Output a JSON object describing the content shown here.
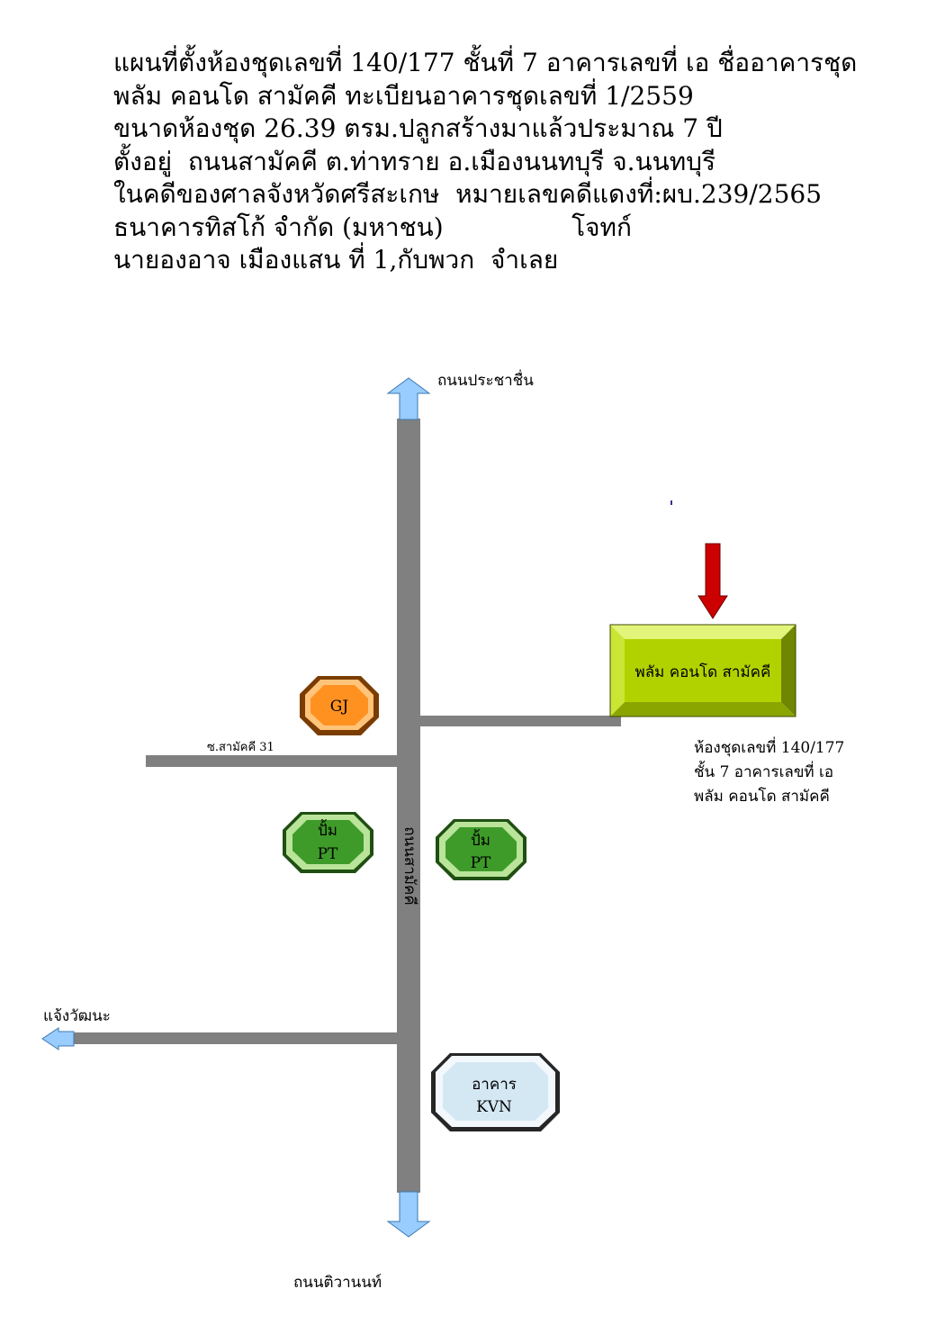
{
  "header": {
    "lines": [
      "แผนที่ตั้งห้องชุดเลขที่ 140/177 ชั้นที่ 7 อาคารเลขที่ เอ ชื่ออาคารชุด",
      "พลัม คอนโด สามัคคี ทะเบียนอาคารชุดเลขที่ 1/2559",
      "ขนาดห้องชุด 26.39 ตรม.ปลูกสร้างมาแล้วประมาณ 7 ปี",
      "ตั้งอยู่  ถนนสามัคคี ต.ท่าทราย อ.เมืองนนทบุรี จ.นนทบุรี",
      "ในคดีของศาลจังหวัดศรีสะเกษ  หมายเลขคดีแดงที่:ผบ.239/2565",
      "ธนาคารทิสโก้ จำกัด (มหาชน)                โจทก์",
      "นายองอาจ เมืองแสน ที่ 1,กับพวก  จำเลย"
    ]
  },
  "map": {
    "road_north_label": "ถนนประชาชื่น",
    "road_south_label": "ถนนติวานนท์",
    "main_road_label": "ถนนสามัคคี",
    "soi_label": "ซ.สามัคคี 31",
    "west_road_label": "แจ้งวัฒนะ",
    "condo_label": "พลัม คอนโด สามัคคี",
    "gj_label": "GJ",
    "pt_left": [
      "ปั้ม",
      "PT"
    ],
    "pt_right": [
      "ปั้ม",
      "PT"
    ],
    "kvn": [
      "อาคาร",
      "KVN"
    ],
    "caption": [
      "ห้องชุดเลขที่ 140/177",
      "ชั้น 7 อาคารเลขที่ เอ",
      "พลัม คอนโด สามัคคี"
    ],
    "colors": {
      "road": "#808080",
      "arrow_blue": "#99ccff",
      "marker_red": "#cc0000",
      "condo_green": "#b2d200",
      "gj_orange": "#ff9120",
      "pt_green": "#3e9b29",
      "kvn_blue": "#d4e8f4"
    }
  }
}
